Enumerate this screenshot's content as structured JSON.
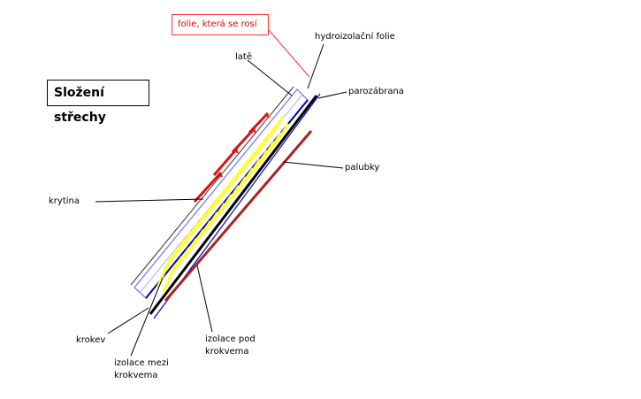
{
  "title": "Složení střechy",
  "note": "folie, která se rosí",
  "labels": {
    "hydroizolacni_folie": "hydroizolační folie",
    "late": "latě",
    "parozabrana": "parozábrana",
    "palubky": "palubky",
    "krytina": "krytina",
    "krokev": "krokev",
    "izolace_mezi_line1": "izolace mezi",
    "izolace_mezi_line2": "krokvema",
    "izolace_pod_line1": "izolace pod",
    "izolace_pod_line2": "krokvema"
  },
  "colors": {
    "note": "#e00000",
    "insulation": "#ffff33",
    "rafter_outline": "#7070ff",
    "membrane": "#0000aa",
    "tile": "#dd1111",
    "boards": "#aa2222",
    "vapor_barrier": "#000000"
  }
}
